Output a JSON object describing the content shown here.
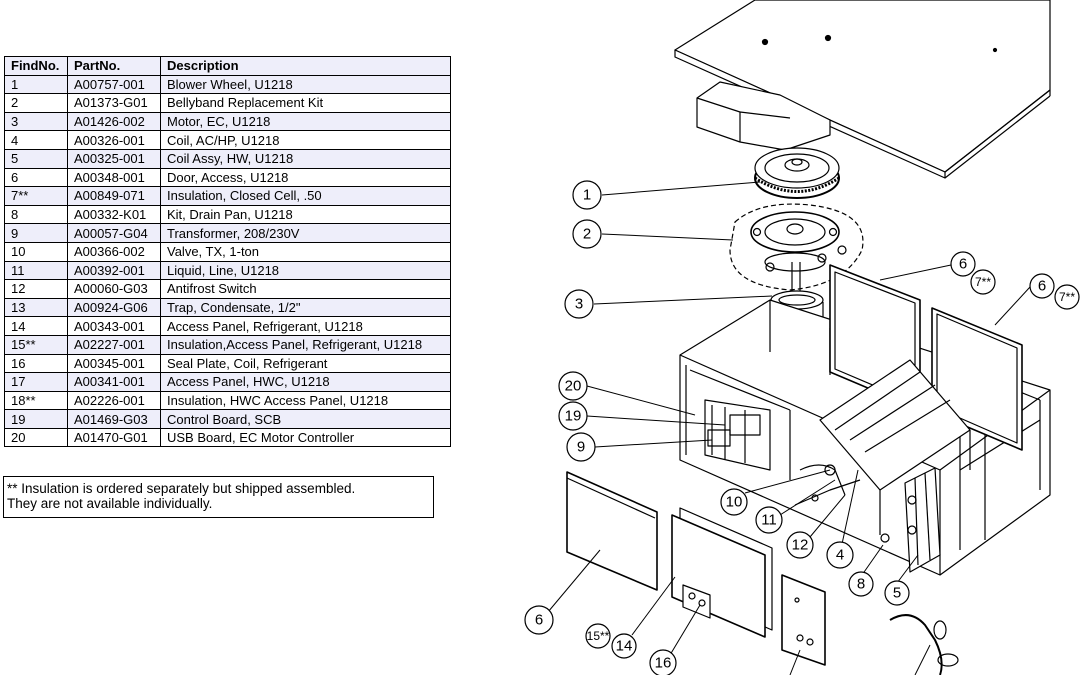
{
  "parts_table": {
    "headers": [
      "FindNo.",
      "PartNo.",
      "Description"
    ],
    "rows": [
      [
        "1",
        "A00757-001",
        "Blower Wheel, U1218"
      ],
      [
        "2",
        "A01373-G01",
        "Bellyband Replacement Kit"
      ],
      [
        "3",
        "A01426-002",
        "Motor, EC, U1218"
      ],
      [
        "4",
        "A00326-001",
        "Coil, AC/HP, U1218"
      ],
      [
        "5",
        "A00325-001",
        "Coil Assy, HW, U1218"
      ],
      [
        "6",
        "A00348-001",
        "Door, Access, U1218"
      ],
      [
        "7**",
        "A00849-071",
        "Insulation, Closed Cell, .50"
      ],
      [
        "8",
        "A00332-K01",
        "Kit, Drain Pan, U1218"
      ],
      [
        "9",
        "A00057-G04",
        "Transformer, 208/230V"
      ],
      [
        "10",
        "A00366-002",
        "Valve, TX, 1-ton"
      ],
      [
        "11",
        "A00392-001",
        "Liquid, Line, U1218"
      ],
      [
        "12",
        "A00060-G03",
        "Antifrost Switch"
      ],
      [
        "13",
        "A00924-G06",
        "Trap, Condensate, 1/2\""
      ],
      [
        "14",
        "A00343-001",
        "Access Panel, Refrigerant, U1218"
      ],
      [
        "15**",
        "A02227-001",
        "Insulation,Access Panel, Refrigerant, U1218"
      ],
      [
        "16",
        "A00345-001",
        "Seal Plate, Coil, Refrigerant"
      ],
      [
        "17",
        "A00341-001",
        "Access Panel, HWC, U1218"
      ],
      [
        "18**",
        "A02226-001",
        "Insulation, HWC Access Panel, U1218"
      ],
      [
        "19",
        "A01469-G03",
        "Control Board, SCB"
      ],
      [
        "20",
        "A01470-G01",
        "USB Board, EC Motor Controller"
      ]
    ]
  },
  "note": {
    "line1": "** Insulation is ordered separately but shipped assembled.",
    "line2": "They are not available individually."
  },
  "diagram": {
    "callouts": [
      "1",
      "2",
      "3",
      "6",
      "7**",
      "6",
      "7**",
      "20",
      "19",
      "9",
      "10",
      "11",
      "12",
      "4",
      "8",
      "5",
      "6",
      "15**",
      "14",
      "16"
    ]
  }
}
